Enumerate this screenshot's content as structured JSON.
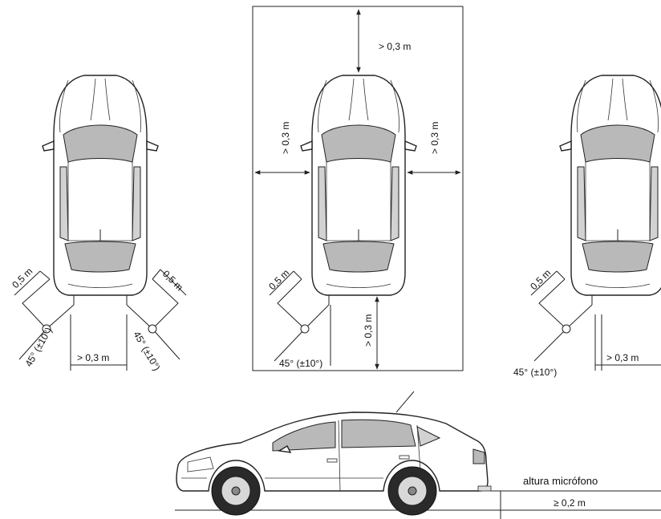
{
  "labels": {
    "left_dist_a": "0,5 m",
    "left_dist_b": "0,5 m",
    "left_angle_a": "45° (±10°)",
    "left_angle_b": "45° (±10°)",
    "left_gap": "> 0,3 m",
    "center_top": "> 0,3 m",
    "center_left": "> 0,3 m",
    "center_right": "> 0,3 m",
    "center_bottom": "> 0,3 m",
    "center_dist": "0,5 m",
    "center_angle": "45° (±10°)",
    "right_dist": "0,5 m",
    "right_angle": "45° (±10°)",
    "right_gap": "> 0,3 m",
    "mic_height": "altura micrófono",
    "ground_gap": "≥ 0,2 m"
  },
  "colors": {
    "line": "#222222",
    "glass": "#b9b9b9",
    "tyre": "#2a2a2a",
    "background": "#ffffff"
  }
}
